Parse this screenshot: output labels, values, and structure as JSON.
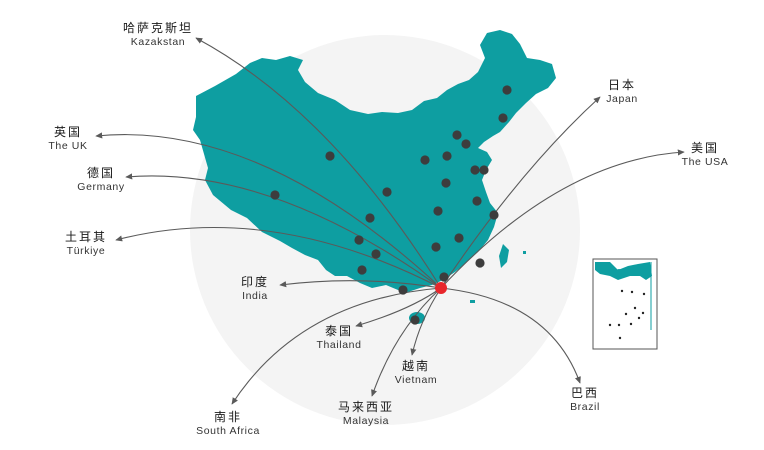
{
  "colors": {
    "land": "#0e9ea1",
    "city_dot": "#3d3d3d",
    "origin_dot": "#e8262b",
    "route_line": "#5a5a5a",
    "background_circle": "#f3f3f3"
  },
  "origin": {
    "marker": "origin-dot"
  },
  "destinations": [
    {
      "id": "kazakhstan",
      "zh": "哈萨克斯坦",
      "en": "Kazakstan"
    },
    {
      "id": "uk",
      "zh": "英国",
      "en": "The UK"
    },
    {
      "id": "germany",
      "zh": "德国",
      "en": "Germany"
    },
    {
      "id": "turkiye",
      "zh": "土耳其",
      "en": "Türkiye"
    },
    {
      "id": "india",
      "zh": "印度",
      "en": "India"
    },
    {
      "id": "thailand",
      "zh": "泰国",
      "en": "Thailand"
    },
    {
      "id": "vietnam",
      "zh": "越南",
      "en": "Vietnam"
    },
    {
      "id": "malaysia",
      "zh": "马来西亚",
      "en": "Malaysia"
    },
    {
      "id": "south_africa",
      "zh": "南非",
      "en": "South Africa"
    },
    {
      "id": "brazil",
      "zh": "巴西",
      "en": "Brazil"
    },
    {
      "id": "japan",
      "zh": "日本",
      "en": "Japan"
    },
    {
      "id": "usa",
      "zh": "美国",
      "en": "The USA"
    }
  ],
  "inset": {
    "name": "south-china-sea-inset"
  }
}
